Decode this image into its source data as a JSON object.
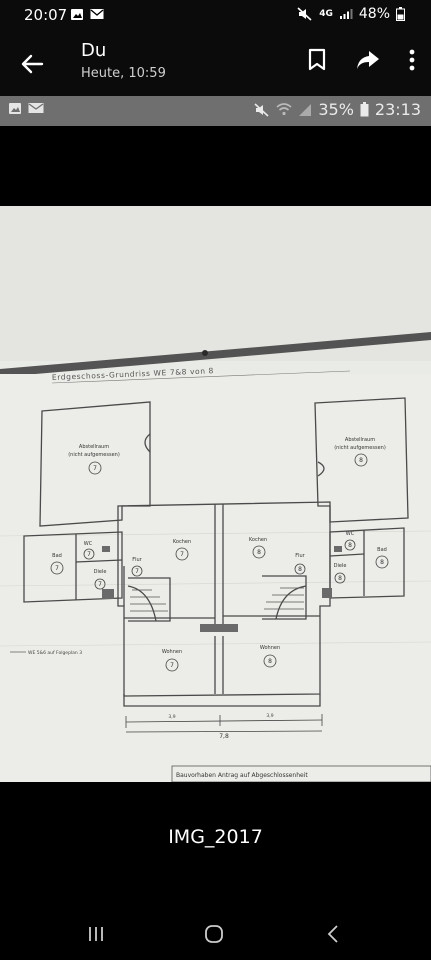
{
  "status_bar": {
    "time": "20:07",
    "network": "4G",
    "battery": "48%",
    "icons": [
      "gallery-icon",
      "mail-icon",
      "mute-icon",
      "signal-icon",
      "battery-icon"
    ]
  },
  "app_bar": {
    "title": "Du",
    "subtitle": "Heute, 10:59",
    "actions": [
      "back-icon",
      "bookmark-icon",
      "share-icon",
      "more-icon"
    ]
  },
  "photo": {
    "inner_status": {
      "battery": "35%",
      "time": "23:13"
    },
    "plan_title": "Erdgeschoss-Grundriss WE 7&8 von 8",
    "rooms": {
      "abstell_left_1": "Abstellraum",
      "abstell_left_2": "(nicht aufgemessen)",
      "abstell_left_num": "7",
      "abstell_right_1": "Abstellraum",
      "abstell_right_2": "(nicht aufgemessen)",
      "abstell_right_num": "8",
      "kochen_left": "Kochen",
      "kochen_left_num": "7",
      "kochen_right": "Kochen",
      "kochen_right_num": "8",
      "bad_left": "Bad",
      "bad_left_num": "7",
      "bad_right": "Bad",
      "bad_right_num": "8",
      "wc_left": "WC",
      "wc_left_num": "7",
      "wc_right": "WC",
      "wc_right_num": "8",
      "diele_left": "Diele",
      "diele_left_num": "7",
      "diele_right": "Diele",
      "diele_right_num": "8",
      "flur_left": "Flur",
      "flur_left_num": "7",
      "flur_right": "Flur",
      "flur_right_num": "8",
      "wohnen_left": "Wohnen",
      "wohnen_left_num": "7",
      "wohnen_right": "Wohnen",
      "wohnen_right_num": "8"
    },
    "note": "WE 5&6 auf Folgeplan 3",
    "dim_total": "7,8",
    "dim_a": "3,9",
    "dim_b": "3,9",
    "title_block": "Bauvorhaben  Antrag auf Abgeschlossenheit"
  },
  "caption": "IMG_2017",
  "nav": [
    "recents-icon",
    "home-icon",
    "back-nav-icon"
  ]
}
